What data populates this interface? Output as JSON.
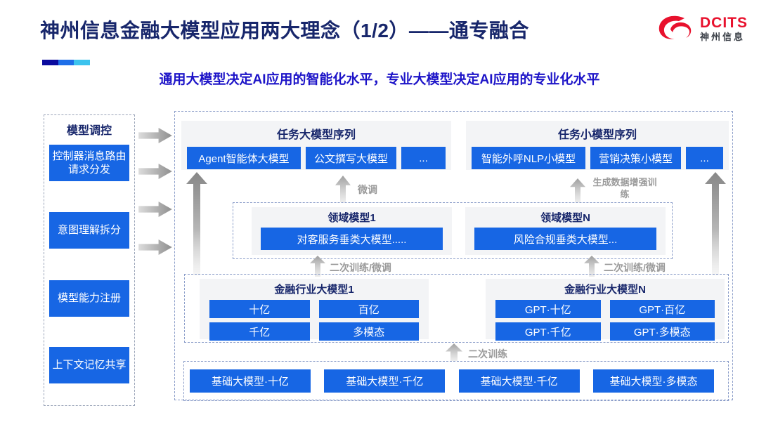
{
  "slide": {
    "title": "神州信息金融大模型应用两大理念（1/2）——通专融合",
    "subtitle": "通用大模型决定AI应用的智能化水平，专业大模型决定AI应用的专业化水平"
  },
  "logo": {
    "brand": "DCITS",
    "brand_cn": "神州信息"
  },
  "sidebar": {
    "title": "模型调控",
    "items": [
      "控制器消息路由请求分发",
      "意图理解拆分",
      "模型能力注册",
      "上下文记忆共享"
    ]
  },
  "diagram": {
    "task_large": {
      "title": "任务大模型序列",
      "items": [
        "Agent智能体大模型",
        "公文撰写大模型",
        "..."
      ]
    },
    "task_small": {
      "title": "任务小模型序列",
      "items": [
        "智能外呼NLP小模型",
        "营销决策小模型",
        "..."
      ]
    },
    "domain": {
      "groups": [
        {
          "title": "领域模型1",
          "model": "对客服务垂类大模型....."
        },
        {
          "title": "领域模型N",
          "model": "风险合规垂类大模型..."
        }
      ]
    },
    "industry": {
      "groups": [
        {
          "title": "金融行业大模型1",
          "items": [
            "十亿",
            "百亿",
            "千亿",
            "多模态"
          ]
        },
        {
          "title": "金融行业大模型N",
          "items": [
            "GPT·十亿",
            "GPT·百亿",
            "GPT·千亿",
            "GPT·多模态"
          ]
        }
      ]
    },
    "base_models": [
      "基础大模型·十亿",
      "基础大模型·千亿",
      "基础大模型·千亿",
      "基础大模型·多模态"
    ],
    "arrow_labels": {
      "fine_tune": "微调",
      "gen_data_train": "生成数据增强训练",
      "secondary_left": "二次训练/微调",
      "secondary_right": "二次训练/微调",
      "secondary_train": "二次训练"
    }
  },
  "colors": {
    "accent_blue": "#1766e4",
    "title_navy": "#17266b",
    "subtitle_blue": "#1d14c8",
    "logo_red": "#e8112d",
    "accent_bar": [
      "#0a0a9e",
      "#1e6ee8",
      "#3cc3ee"
    ]
  }
}
